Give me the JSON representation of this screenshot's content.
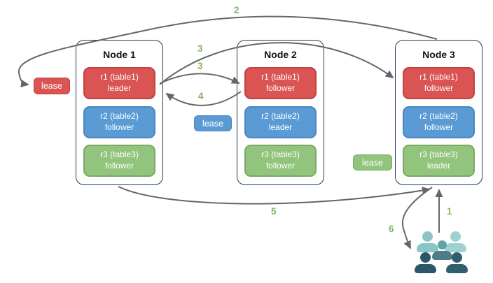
{
  "nodes": [
    {
      "title": "Node 1",
      "replicas": [
        {
          "name": "r1 (table1)",
          "role": "leader",
          "color": "red"
        },
        {
          "name": "r2 (table2)",
          "role": "follower",
          "color": "blue"
        },
        {
          "name": "r3 (table3)",
          "role": "follower",
          "color": "green"
        }
      ]
    },
    {
      "title": "Node 2",
      "replicas": [
        {
          "name": "r1 (table1)",
          "role": "follower",
          "color": "red"
        },
        {
          "name": "r2 (table2)",
          "role": "leader",
          "color": "blue"
        },
        {
          "name": "r3 (table3)",
          "role": "follower",
          "color": "green"
        }
      ]
    },
    {
      "title": "Node 3",
      "replicas": [
        {
          "name": "r1 (table1)",
          "role": "follower",
          "color": "red"
        },
        {
          "name": "r2 (table2)",
          "role": "follower",
          "color": "blue"
        },
        {
          "name": "r3 (table3)",
          "role": "leader",
          "color": "green"
        }
      ]
    }
  ],
  "leases": {
    "red": {
      "label": "lease"
    },
    "blue": {
      "label": "lease"
    },
    "green": {
      "label": "lease"
    }
  },
  "steps": {
    "step1": "1",
    "step2": "2",
    "step3a": "3",
    "step3b": "3",
    "step4": "4",
    "step5": "5",
    "step6": "6"
  },
  "icons": {
    "users": "users-group-icon"
  },
  "colors": {
    "replica_red": "#d95452",
    "replica_red_border": "#c14340",
    "replica_blue": "#5b9bd5",
    "replica_blue_border": "#4a86c0",
    "replica_green": "#93c47d",
    "replica_green_border": "#7aa967",
    "node_border": "#23395b",
    "arrow": "#666666",
    "step_label": "#82b366",
    "users_light_teal": "#8cc5c5",
    "users_mid_teal": "#61a1a9",
    "users_dark_slate": "#2b5766"
  }
}
